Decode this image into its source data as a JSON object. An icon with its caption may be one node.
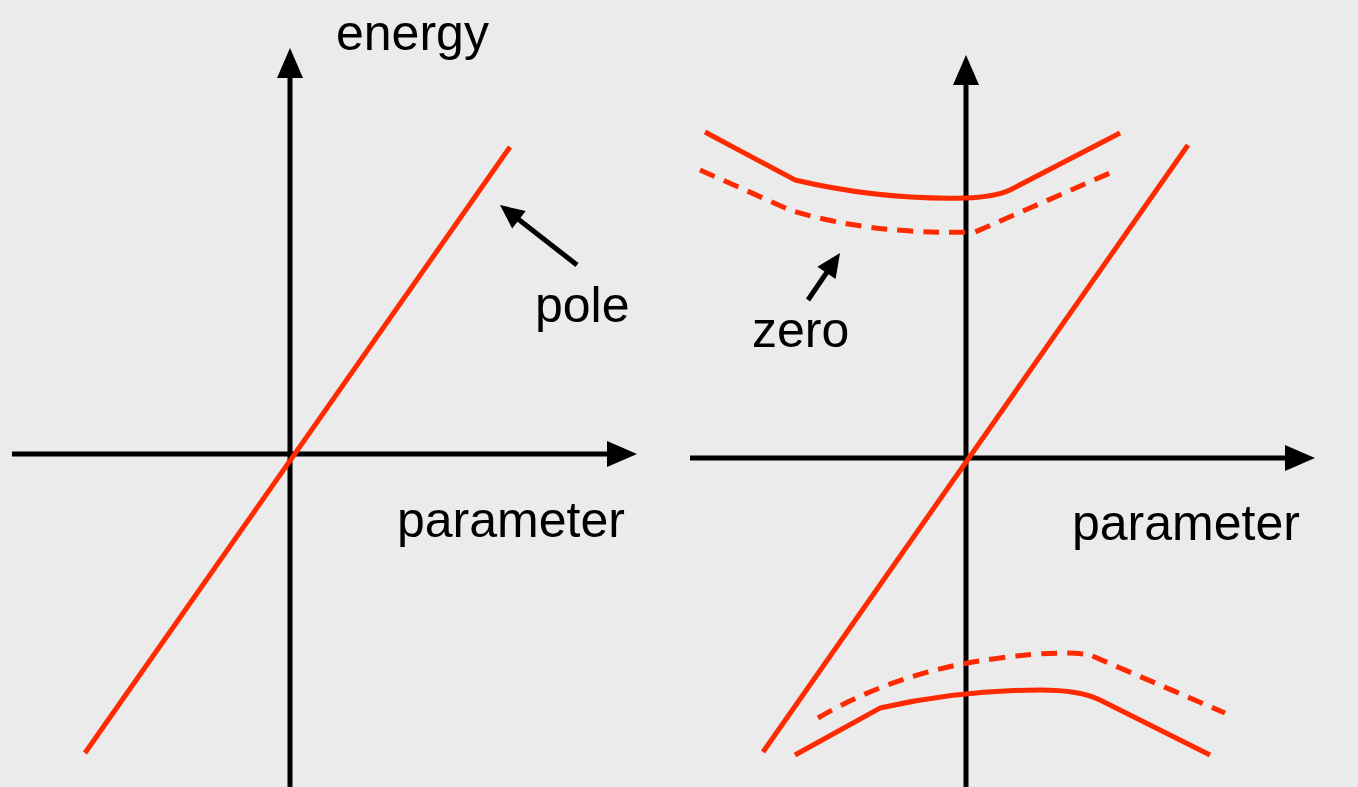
{
  "diagram": {
    "nodes": [
      {
        "text": [
          "pole"
        ]
      },
      {
        "text": [
          "zero"
        ]
      }
    ],
    "edges": [
      {
        "from": 0,
        "to": null,
        "arrow": "to"
      },
      {
        "from": 1,
        "to": null,
        "arrow": "to"
      }
    ],
    "labels": [
      "energy",
      "parameter",
      "parameter"
    ]
  }
}
